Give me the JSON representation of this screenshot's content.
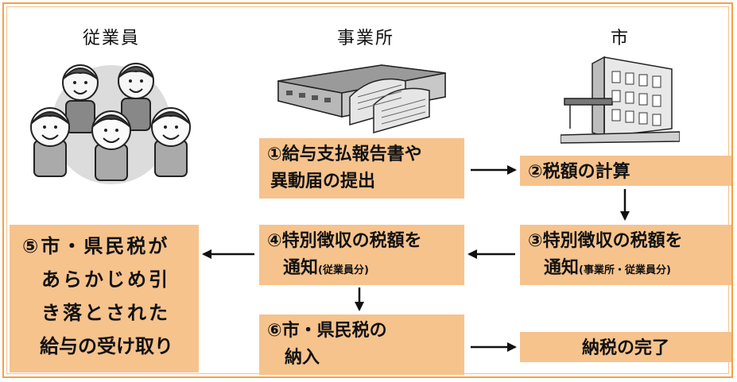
{
  "columns": {
    "employee": "従業員",
    "office": "事業所",
    "city": "市"
  },
  "steps": {
    "s1": {
      "line1": "①給与支払報告書や",
      "line2": "異動届の提出"
    },
    "s2": {
      "line1": "②税額の計算"
    },
    "s3": {
      "line1": "③特別徴収の税額を",
      "line2": "通知",
      "note": "(事業所・従業員分)"
    },
    "s4": {
      "line1": "④特別徴収の税額を",
      "line2": "通知",
      "note": "(従業員分)"
    },
    "s5": {
      "line1": "⑤市・県民税が",
      "line2": "あらかじめ引",
      "line3": "き落とされた",
      "line4": "給与の受け取り"
    },
    "s6": {
      "line1": "⑥市・県民税の",
      "line2": "納入"
    },
    "s7": {
      "line1": "納税の完了"
    }
  },
  "colors": {
    "box_fill": "#f6c38d",
    "frame": "#f0a24a",
    "arrow": "#111111"
  },
  "icons": {
    "employees": "group-of-employees-icon",
    "office": "office-factory-building-icon",
    "city": "city-hall-building-icon"
  }
}
